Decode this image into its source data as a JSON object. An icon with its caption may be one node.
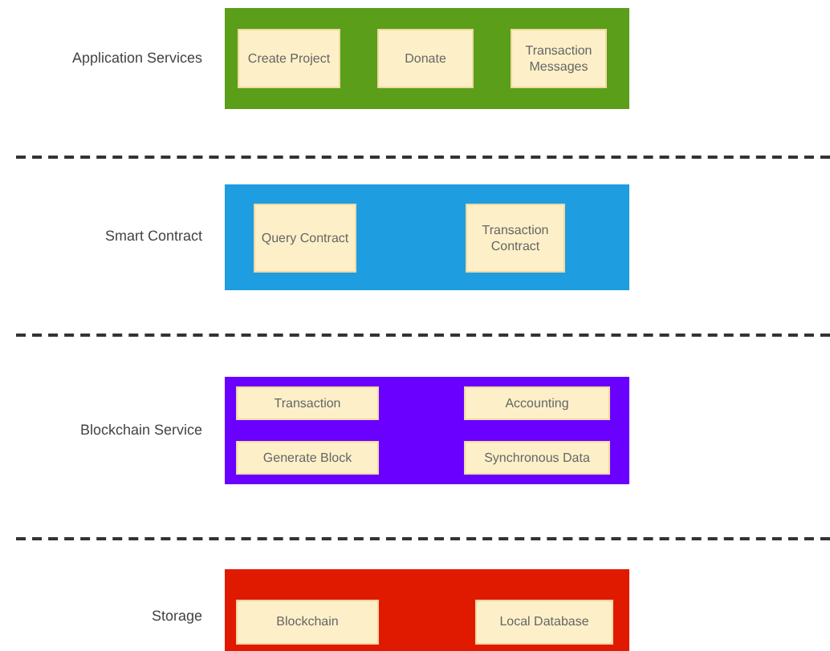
{
  "diagram": {
    "nodes": [
      {
        "text": [
          "Application Services"
        ]
      },
      {
        "text": [
          "Create Project"
        ],
        "in": 0
      },
      {
        "text": [
          "Donate"
        ],
        "in": 0
      },
      {
        "text": [
          "Transaction Messages"
        ],
        "in": 0
      },
      {
        "text": [
          "Smart Contract"
        ]
      },
      {
        "text": [
          "Query Contract"
        ],
        "in": 4
      },
      {
        "text": [
          "Transaction Contract"
        ],
        "in": 4
      },
      {
        "text": [
          "Blockchain Service"
        ]
      },
      {
        "text": [
          "Transaction"
        ],
        "in": 7
      },
      {
        "text": [
          "Accounting"
        ],
        "in": 7
      },
      {
        "text": [
          "Generate Block"
        ],
        "in": 7
      },
      {
        "text": [
          "Synchronous Data"
        ],
        "in": 7
      },
      {
        "text": [
          "Storage"
        ]
      },
      {
        "text": [
          "Blockchain"
        ],
        "in": 12
      },
      {
        "text": [
          "Local Database"
        ],
        "in": 12
      }
    ]
  }
}
